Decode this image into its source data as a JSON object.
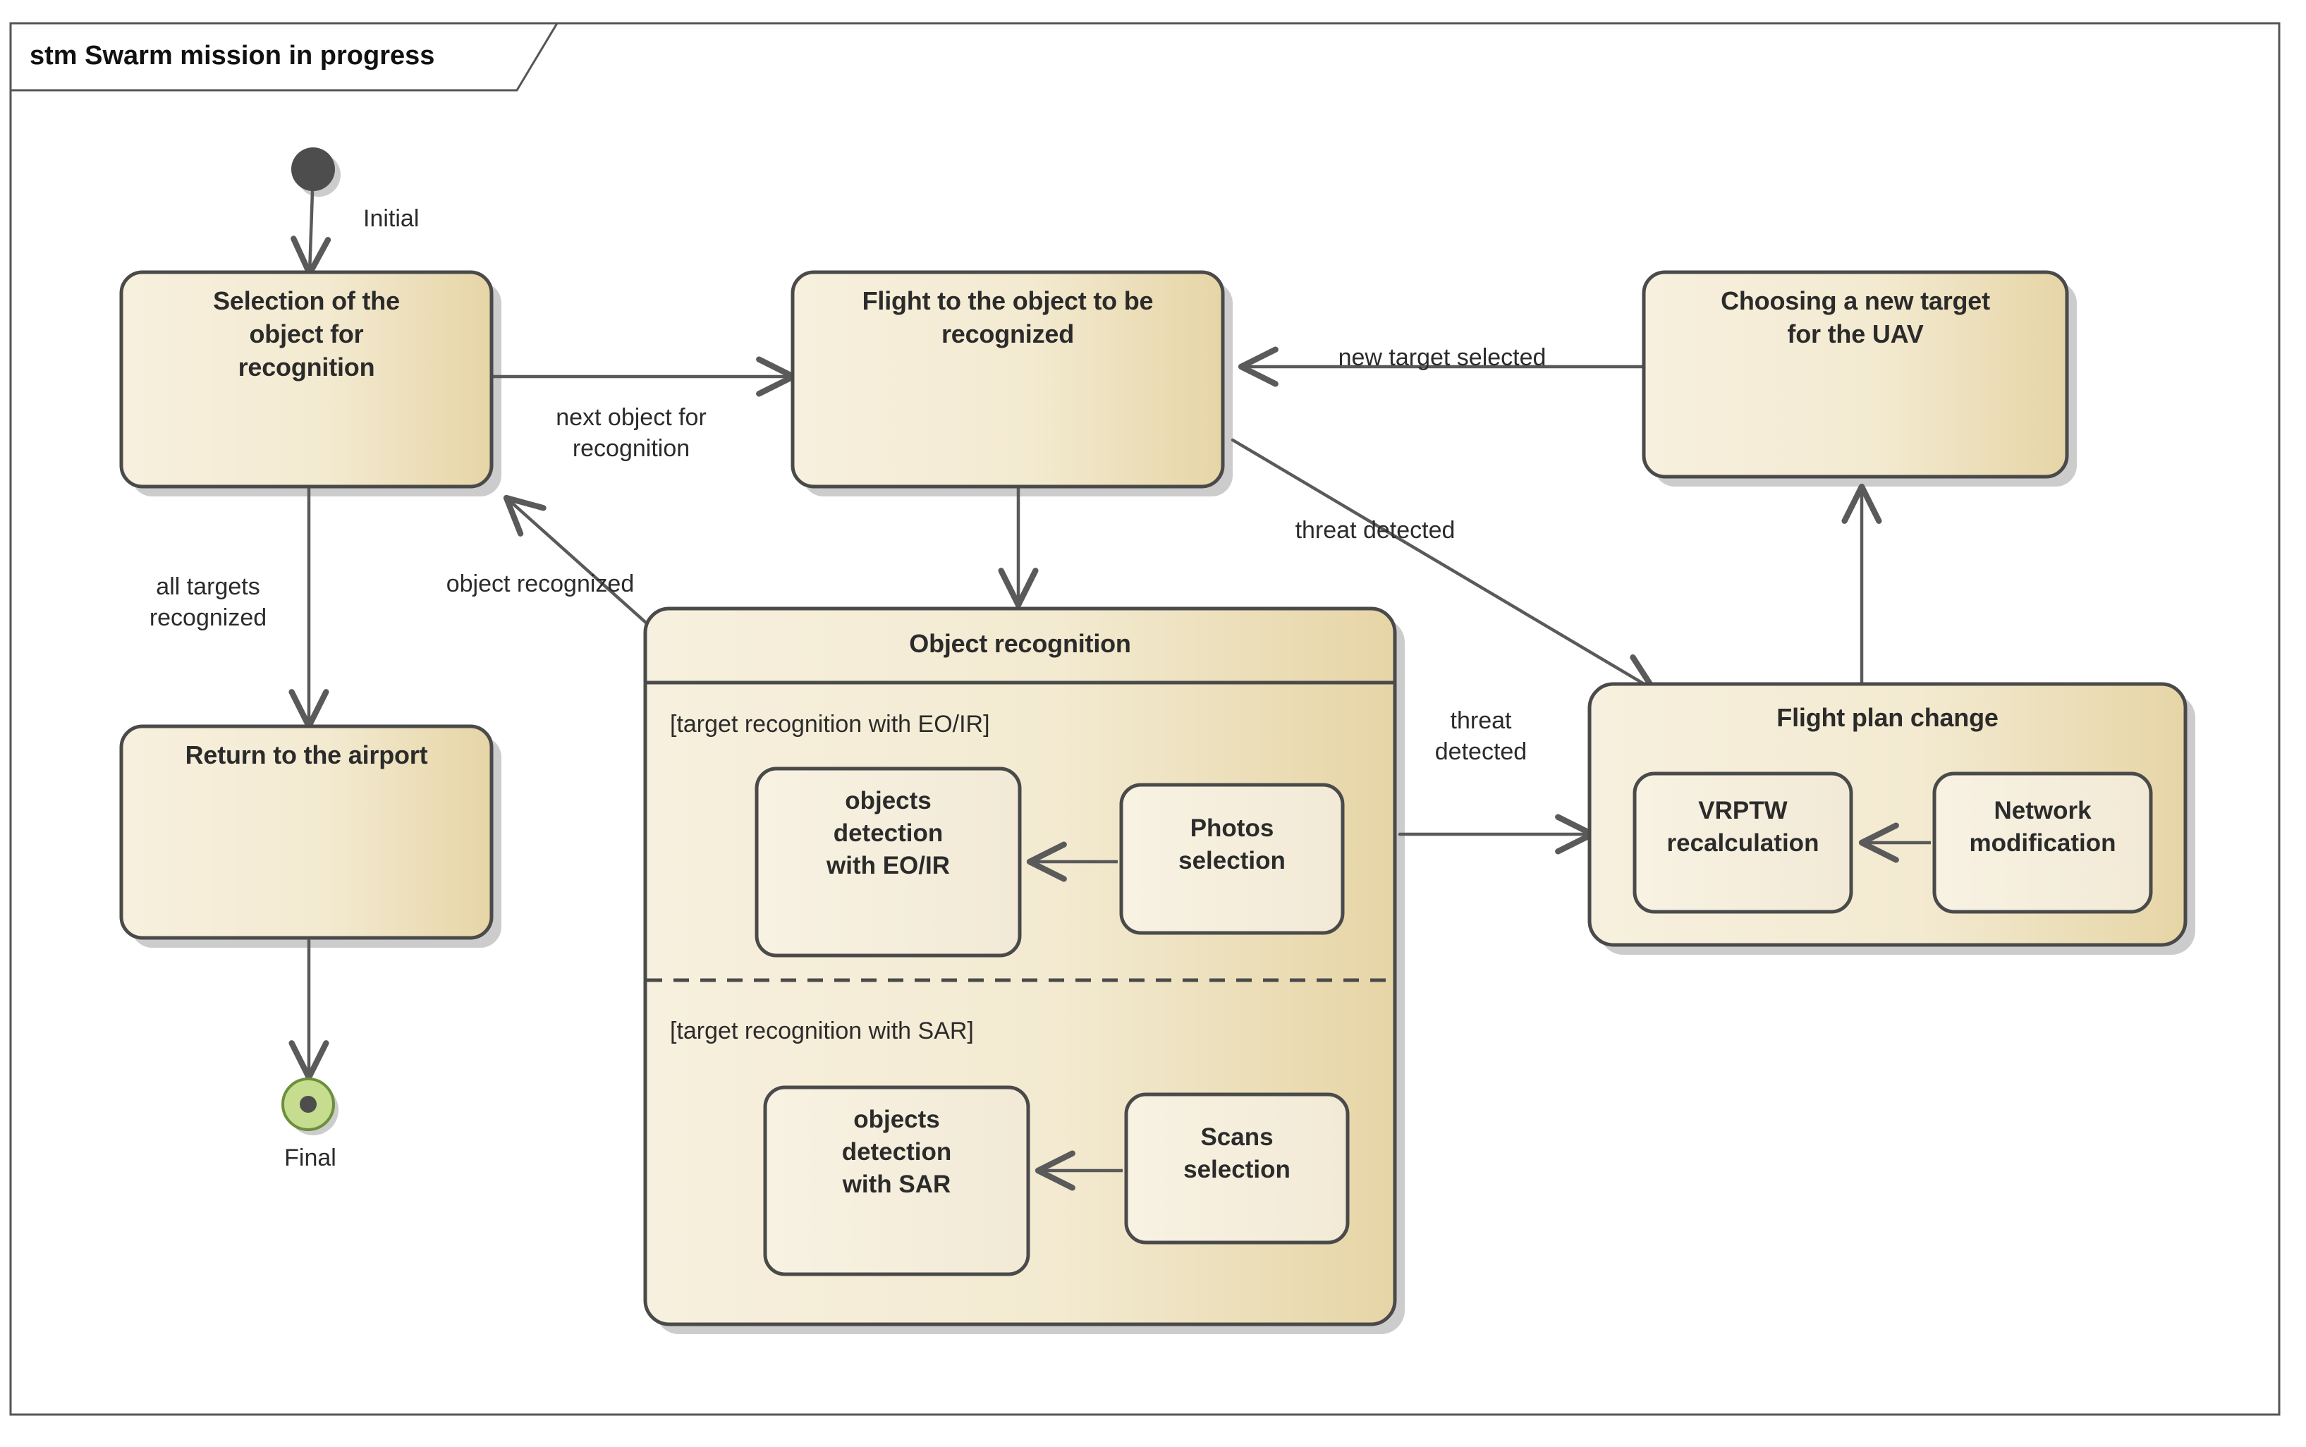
{
  "frame": {
    "title": "stm Swarm mission in progress",
    "border_color": "#555555",
    "background": "#ffffff"
  },
  "theme": {
    "state_fill_light": "#f6eedb",
    "state_fill_dark": "#e8d9ae",
    "state_border": "#4a4a4a",
    "shadow": "#c8c8c8",
    "initial_fill": "#4d4d4d",
    "final_fill": "#c6dc8e",
    "final_border": "#6d8f3c",
    "final_dot": "#4d4d4d",
    "line_color": "#5a5a5a",
    "text_color": "#2b2b2b"
  },
  "pseudostates": [
    {
      "id": "initial",
      "kind": "initial",
      "label": "Initial"
    },
    {
      "id": "final",
      "kind": "final",
      "label": "Final"
    }
  ],
  "states": [
    {
      "id": "selection",
      "label": "Selection of the\nobject for\nrecognition"
    },
    {
      "id": "flight",
      "label": "Flight to the object to be\nrecognized"
    },
    {
      "id": "choosing",
      "label": "Choosing a new target\nfor the UAV"
    },
    {
      "id": "return",
      "label": "Return to the airport"
    },
    {
      "id": "object_recog",
      "label": "Object recognition",
      "composite": true,
      "regions": [
        {
          "guard": "[target recognition with EO/IR]",
          "substates": [
            {
              "id": "det_eoir",
              "label": "objects\ndetection\nwith EO/IR"
            },
            {
              "id": "photos",
              "label": "Photos\nselection"
            }
          ],
          "transitions": [
            {
              "from": "photos",
              "to": "det_eoir"
            }
          ]
        },
        {
          "guard": "[target recognition with SAR]",
          "substates": [
            {
              "id": "det_sar",
              "label": "objects\ndetection\nwith SAR"
            },
            {
              "id": "scans",
              "label": "Scans\nselection"
            }
          ],
          "transitions": [
            {
              "from": "scans",
              "to": "det_sar"
            }
          ]
        }
      ]
    },
    {
      "id": "flight_plan",
      "label": "Flight plan change",
      "composite": true,
      "substates": [
        {
          "id": "vrptw",
          "label": "VRPTW\nrecalculation"
        },
        {
          "id": "network",
          "label": "Network\nmodification"
        }
      ],
      "transitions": [
        {
          "from": "network",
          "to": "vrptw"
        }
      ]
    }
  ],
  "transitions": [
    {
      "id": "t_initial",
      "from": "initial",
      "to": "selection",
      "label": ""
    },
    {
      "id": "t_next",
      "from": "selection",
      "to": "flight",
      "label": "next object for\nrecognition"
    },
    {
      "id": "t_alltargets",
      "from": "selection",
      "to": "return",
      "label": "all targets\nrecognized"
    },
    {
      "id": "t_final",
      "from": "return",
      "to": "final",
      "label": ""
    },
    {
      "id": "t_recognize",
      "from": "flight",
      "to": "object_recog",
      "label": ""
    },
    {
      "id": "t_objrec",
      "from": "object_recog",
      "to": "selection",
      "label": "object recognized"
    },
    {
      "id": "t_threat1",
      "from": "flight",
      "to": "flight_plan",
      "label": "threat detected"
    },
    {
      "id": "t_threat2",
      "from": "object_recog",
      "to": "flight_plan",
      "label": "threat\ndetected"
    },
    {
      "id": "t_newplan",
      "from": "flight_plan",
      "to": "choosing",
      "label": ""
    },
    {
      "id": "t_newtarget",
      "from": "choosing",
      "to": "flight",
      "label": "new target selected"
    }
  ]
}
